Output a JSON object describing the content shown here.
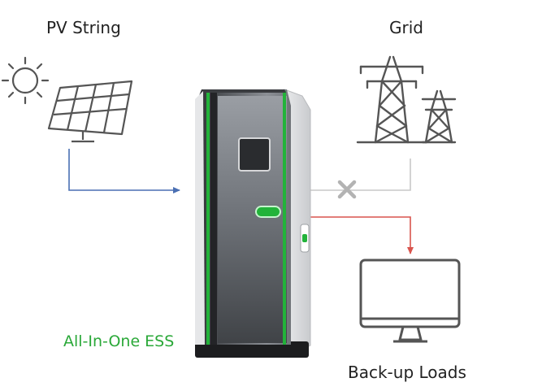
{
  "labels": {
    "pv": "PV String",
    "grid": "Grid",
    "ess": "All-In-One ESS",
    "loads": "Back-up Loads"
  },
  "colors": {
    "pv_flow": "#4a6fb3",
    "grid_flow": "#c8c8c8",
    "load_flow": "#d9544d",
    "ess_accent": "#22b33a",
    "icon_stroke": "#555555",
    "ess_label": "#2aa838"
  },
  "icons": [
    "sun-icon",
    "solar-panel-icon",
    "transmission-tower-icon",
    "monitor-icon",
    "blocked-x-icon"
  ]
}
